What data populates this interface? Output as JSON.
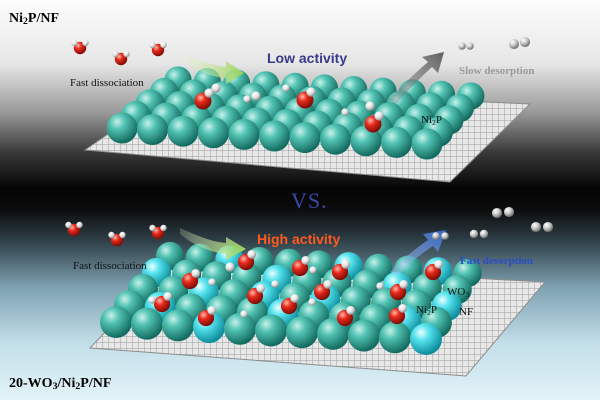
{
  "top": {
    "title_main": "Ni",
    "title_sub": "2",
    "title_rest": "P/NF",
    "fast_dissociation": "Fast dissociation",
    "activity": "Low activity",
    "desorption": "Slow desorption",
    "surface_main": "Ni",
    "surface_sub": "2",
    "surface_rest": "P"
  },
  "vs": "VS.",
  "bottom": {
    "title_main": "20-WO",
    "title_sub": "3",
    "title_mid": "/Ni",
    "title_sub2": "2",
    "title_rest": "P/NF",
    "fast_dissociation": "Fast dissociation",
    "activity": "High activity",
    "desorption": "Fast desorption",
    "wo_main": "WO",
    "wo_sub": "3",
    "nip_main": "Ni",
    "nip_sub": "2",
    "nip_rest": "P",
    "nf": "NF"
  },
  "colors": {
    "ni2p_sphere": "#3fb2a3",
    "wo3_sphere": "#49dbe6",
    "oxygen": "#e0281d",
    "hydrogen": "#f2f2f2",
    "low_activity_text": "#383a8a",
    "high_activity_text": "#ff5a1f",
    "fast_desorption_text": "#2c4bc9",
    "slow_desorption_text": "#9a9a9a",
    "vs_text": "#3a4aa8"
  }
}
